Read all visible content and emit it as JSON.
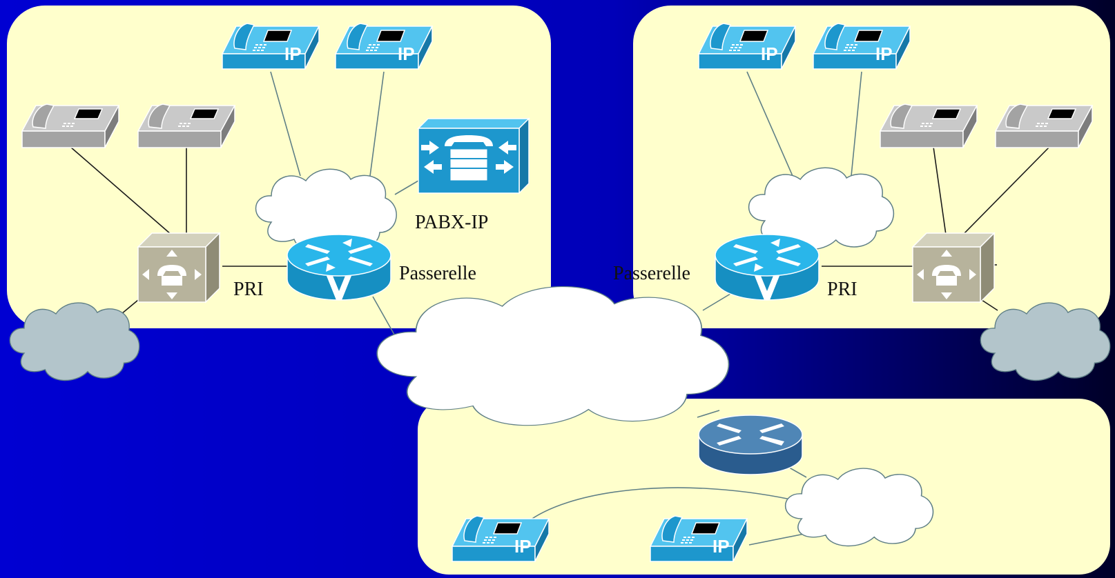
{
  "labels": {
    "pabx": "PABX-IP",
    "gateway_left": "Passerelle",
    "gateway_right": "Passerelle",
    "pri_left": "PRI",
    "pri_right": "PRI"
  },
  "phone_badge": "IP",
  "icons": {
    "ip_phone": "ip-phone-icon",
    "analog_phone": "analog-phone-icon",
    "pbx": "pbx-icon",
    "voice_gateway": "voice-gateway-router-icon",
    "router": "router-icon",
    "call_manager": "call-manager-icon",
    "cloud": "cloud-icon"
  },
  "colors": {
    "background_start": "#0000cc",
    "background_end": "#000033",
    "site_panel": "#ffffcc",
    "ip_phone": "#29a7df",
    "analog_phone": "#a8a8a8",
    "pbx": "#b5b29c",
    "gateway": "#1ab0e8",
    "router": "#336699",
    "cloud_white": "#ffffff",
    "cloud_grey": "#b3c5cb"
  }
}
